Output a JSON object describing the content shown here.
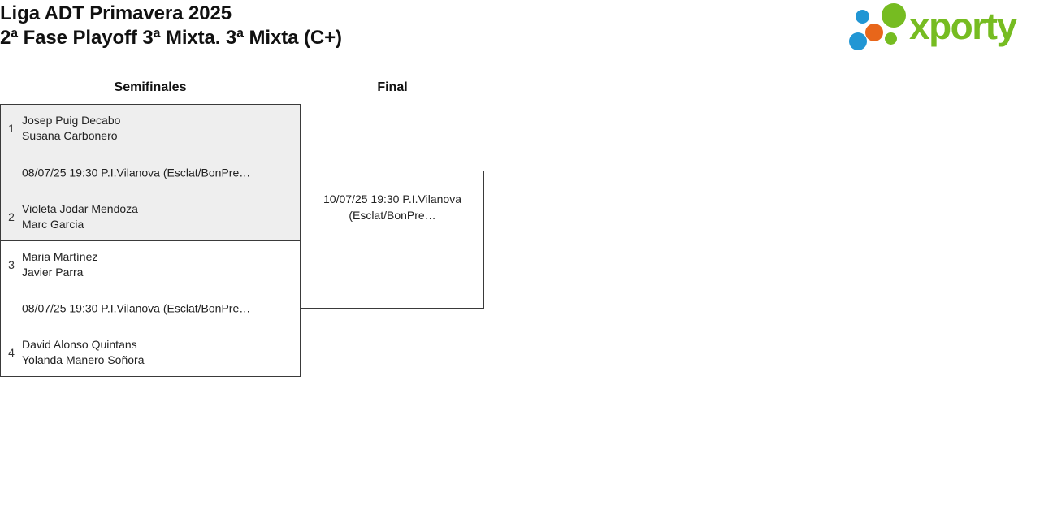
{
  "header": {
    "title_line1": "Liga ADT Primavera 2025",
    "title_line2": "2ª Fase Playoff 3ª Mixta. 3ª Mixta (C+)",
    "logo_text": "xporty",
    "logo_colors": {
      "blue": "#2196d4",
      "orange": "#e8661a",
      "green": "#76bc21"
    }
  },
  "bracket": {
    "rounds": [
      {
        "label": "Semifinales"
      },
      {
        "label": "Final"
      }
    ],
    "matches": [
      {
        "id": "semifinal-1",
        "round": "Semifinales",
        "shaded": true,
        "meta": "08/07/25 19:30 P.I.Vilanova (Esclat/BonPre…",
        "teams": [
          {
            "seed": "1",
            "player1": "Josep Puig Decabo",
            "player2": "Susana Carbonero"
          },
          {
            "seed": "2",
            "player1": "Violeta Jodar Mendoza",
            "player2": "Marc Garcia"
          }
        ]
      },
      {
        "id": "semifinal-2",
        "round": "Semifinales",
        "shaded": false,
        "meta": "08/07/25 19:30 P.I.Vilanova (Esclat/BonPre…",
        "teams": [
          {
            "seed": "3",
            "player1": "Maria Martínez",
            "player2": "Javier Parra"
          },
          {
            "seed": "4",
            "player1": "David Alonso Quintans",
            "player2": "Yolanda Manero Soñora"
          }
        ]
      },
      {
        "id": "final",
        "round": "Final",
        "shaded": false,
        "meta_line1": "10/07/25 19:30 P.I.Vilanova",
        "meta_line2": "(Esclat/BonPre…",
        "teams": []
      }
    ]
  }
}
